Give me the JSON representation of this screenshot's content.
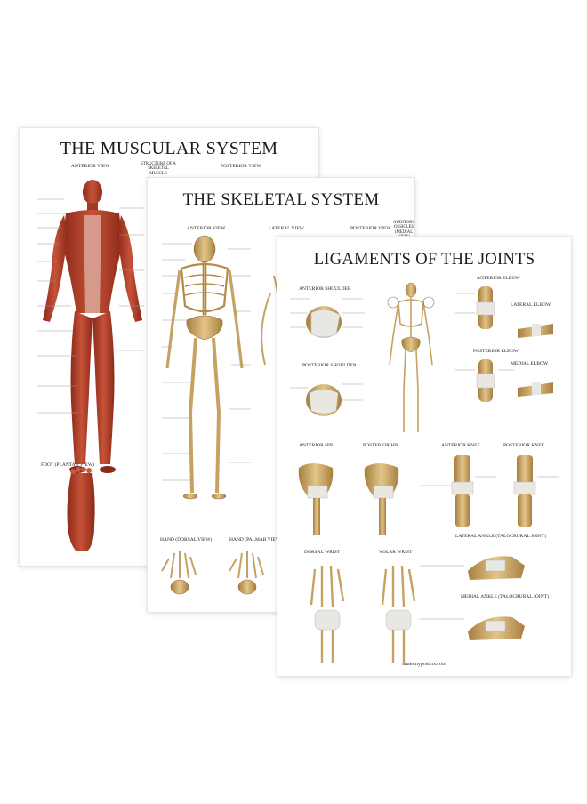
{
  "posters": {
    "muscular": {
      "title": "THE MUSCULAR SYSTEM",
      "views": {
        "anterior": "ANTERIOR VIEW",
        "structure": "STRUCTURE OF A SKELETAL MUSCLE",
        "posterior": "POSTERIOR VIEW",
        "foot": "FOOT (PLANTAR VIEW)"
      }
    },
    "skeletal": {
      "title": "THE SKELETAL SYSTEM",
      "views": {
        "anterior": "ANTERIOR VIEW",
        "lateral": "LATERAL VIEW",
        "posterior": "POSTERIOR VIEW",
        "ossicles": "AUDITORY OSSICLES (MEDIAL VIEW)",
        "hand_dorsal": "HAND (DORSAL VIEW)",
        "hand_palmar": "HAND (PALMAR VIEW)"
      }
    },
    "ligaments": {
      "title": "LIGAMENTS OF THE JOINTS",
      "views": {
        "anterior_shoulder": "ANTERIOR SHOULDER",
        "posterior_shoulder": "POSTERIOR SHOULDER",
        "anterior_elbow": "ANTERIOR ELBOW",
        "lateral_elbow": "LATERAL ELBOW",
        "posterior_elbow": "POSTERIOR ELBOW",
        "medial_elbow": "MEDIAL ELBOW",
        "anterior_hip": "ANTERIOR HIP",
        "posterior_hip": "POSTERIOR HIP",
        "anterior_knee": "ANTERIOR KNEE",
        "posterior_knee": "POSTERIOR KNEE",
        "lateral_ankle": "LATERAL ANKLE (TALOCRURAL JOINT)",
        "medial_ankle": "MEDIAL ANKLE (TALOCRURAL JOINT)",
        "dorsal_wrist": "DORSAL WRIST",
        "volar_wrist": "VOLAR WRIST"
      },
      "footer": "anatomyposters.com"
    }
  },
  "colors": {
    "muscle": "#b5412b",
    "muscle_dark": "#7e2416",
    "bone": "#d9b777",
    "bone_dark": "#a77f3e",
    "ligament": "#e8e8e4",
    "paper": "#ffffff"
  }
}
